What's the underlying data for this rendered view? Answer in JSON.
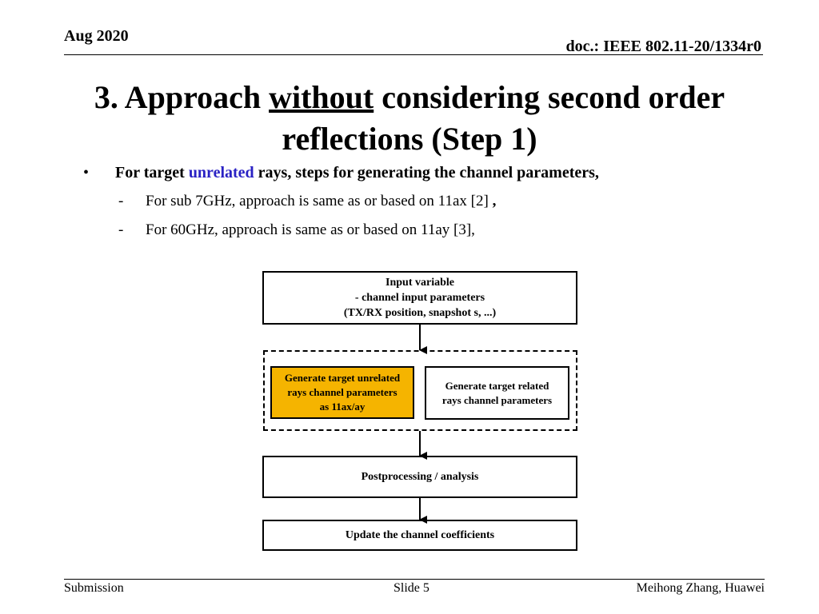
{
  "header": {
    "date": "Aug 2020",
    "doc": "doc.: IEEE 802.11-20/1334r0"
  },
  "title": {
    "line1_before": "3. Approach ",
    "line1_underlined": "without",
    "line1_after": " considering second order",
    "line2": "reflections (Step 1)"
  },
  "bullets": {
    "main": {
      "marker": "•",
      "before": "For target ",
      "highlight": "unrelated",
      "after": " rays, steps for generating the channel parameters,",
      "highlight_color": "#2a22c4"
    },
    "sub": [
      {
        "marker": "-",
        "text": "For sub 7GHz, approach is same as or based on 11ax [2] ",
        "bold_tail": ","
      },
      {
        "marker": "-",
        "text": "For 60GHz, approach is same as or based on 11ay [3],",
        "bold_tail": ""
      }
    ]
  },
  "flowchart": {
    "input_box": {
      "line1": "Input variable",
      "line2": "- channel input parameters",
      "line3": "(TX/RX position,  snapshot s, ...)"
    },
    "gen_unrelated": {
      "line1": "Generate target unrelated",
      "line2": "rays channel parameters",
      "line3": "as 11ax/ay",
      "fill_color": "#f5b400"
    },
    "gen_related": {
      "line1": "Generate target related",
      "line2": "rays channel parameters"
    },
    "postprocessing": "Postprocessing / analysis",
    "update": "Update the channel coefficients"
  },
  "footer": {
    "left": "Submission",
    "center": "Slide 5",
    "right": "Meihong Zhang, Huawei"
  }
}
